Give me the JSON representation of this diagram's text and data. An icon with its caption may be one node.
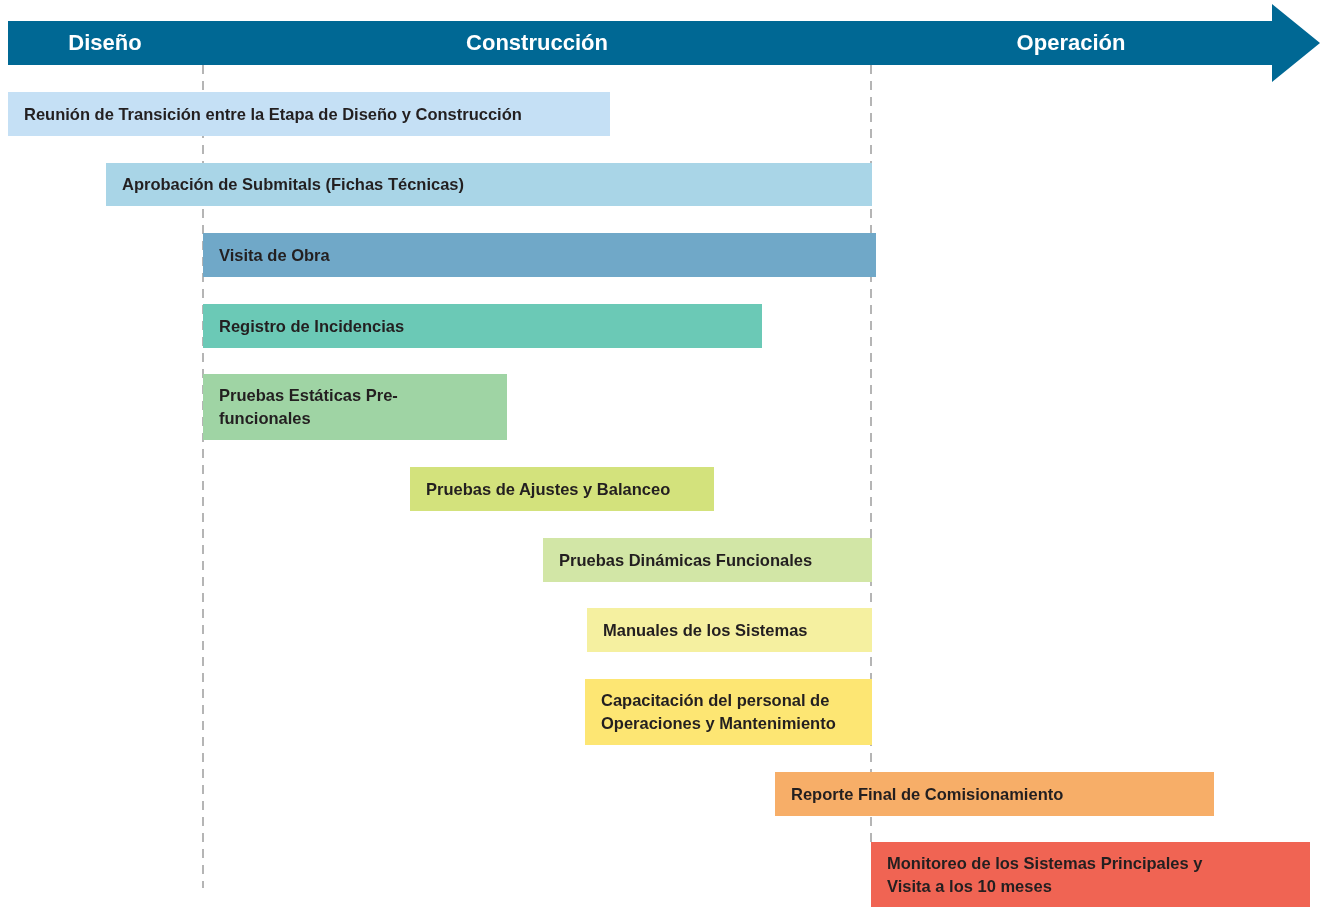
{
  "diagram": {
    "nodes": [
      {
        "text": [
          "Reunión de Transición entre la Etapa de Diseño y Construcción"
        ]
      },
      {
        "text": [
          "Aprobación de Submitals (Fichas Técnicas)"
        ]
      },
      {
        "text": [
          "Visita de Obra"
        ]
      },
      {
        "text": [
          "Registro de Incidencias"
        ]
      },
      {
        "text": [
          "Pruebas Estáticas Pre-funcionales"
        ]
      },
      {
        "text": [
          "Pruebas de Ajustes y Balanceo"
        ]
      },
      {
        "text": [
          "Pruebas Dinámicas Funcionales"
        ]
      },
      {
        "text": [
          "Manuales de los Sistemas"
        ]
      },
      {
        "text": [
          "Capacitación del personal de Operaciones y Mantenimiento"
        ]
      },
      {
        "text": [
          "Reporte Final de Comisionamiento"
        ]
      },
      {
        "text": [
          "Monitoreo de los Sistemas Principales y Visita a los 10 meses"
        ]
      }
    ],
    "labels": [
      "Diseño",
      "Construcción",
      "Operación"
    ]
  }
}
